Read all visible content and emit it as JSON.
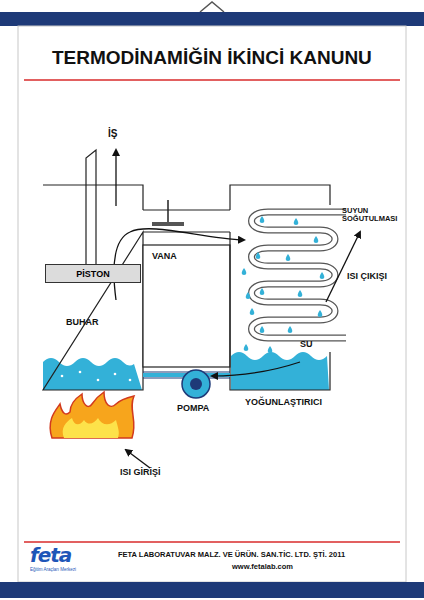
{
  "diagram": {
    "title": "TERMODİNAMİĞİN İKİNCİ KANUNU",
    "nodes": [
      {
        "text": [
          "PİSTON"
        ]
      }
    ],
    "labels": [
      "İŞ",
      "VANA",
      "SUYUN SOĞUTULMASI",
      "ISI ÇIKIŞI",
      "BUHAR",
      "SU",
      "YOĞUNLAŞTIRICI",
      "POMPA",
      "ISI GİRİŞİ",
      "feta",
      "Eğitim Araçları Merkezi",
      "FETA LABORATUVAR MALZ. VE ÜRÜN. SAN.TİC. LTD. ŞTİ. 2011",
      "www.fetalab.com"
    ]
  }
}
